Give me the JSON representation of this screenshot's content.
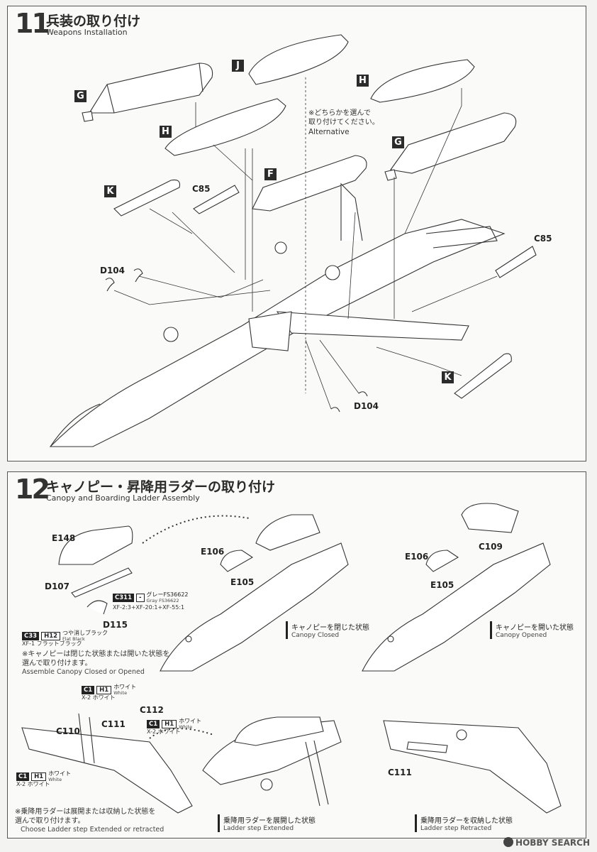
{
  "step11": {
    "number": "11",
    "title_jp": "兵装の取り付け",
    "title_en": "Weapons Installation",
    "note_jp_1": "※どちらかを選んで",
    "note_jp_2": "取り付けてください。",
    "note_en": "Alternative",
    "part_boxes": [
      "G",
      "J",
      "H",
      "H",
      "G",
      "F",
      "K",
      "K"
    ],
    "labels": {
      "c85_left": "C85",
      "c85_right": "C85",
      "d104_left": "D104",
      "d104_bottom": "D104"
    }
  },
  "step12": {
    "number": "12",
    "title_jp": "キャノピー・昇降用ラダーの取り付け",
    "title_en": "Canopy and Boarding Ladder Assembly",
    "labels": {
      "e148": "E148",
      "d107": "D107",
      "d115": "D115",
      "e106_a": "E106",
      "e105_a": "E105",
      "e106_b": "E106",
      "c109": "C109",
      "e105_b": "E105",
      "c112": "C112",
      "c111_a": "C111",
      "c110": "C110",
      "c111_b": "C111"
    },
    "paint_c311": {
      "code": "C311",
      "hcode": "-",
      "jp": "グレーFS36622",
      "en": "Gray FS36622",
      "mix": "XF-2:3+XF-20:1+XF-55:1"
    },
    "paint_c33": {
      "code": "C33",
      "hcode": "H12",
      "jp": "つや消しブラック",
      "en": "Flat Black",
      "sub": "XF-1 フラットブラック"
    },
    "paint_c1_a": {
      "code": "C1",
      "hcode": "H1",
      "jp": "ホワイト",
      "en": "White",
      "sub": "X-2 ホワイト"
    },
    "paint_c1_b": {
      "code": "C1",
      "hcode": "H1",
      "jp": "ホワイト",
      "en": "White",
      "sub": "X-2 ホワイト"
    },
    "paint_c1_c": {
      "code": "C1",
      "hcode": "H1",
      "jp": "ホワイト",
      "en": "White",
      "sub": "X-2 ホワイト"
    },
    "canopy_note_jp_1": "※キャノピーは閉じた状態または開いた状態を",
    "canopy_note_jp_2": "選んで取り付けます。",
    "canopy_note_en": "Assemble Canopy Closed or Opened",
    "state_closed_jp": "キャノピーを閉じた状態",
    "state_closed_en": "Canopy Closed",
    "state_opened_jp": "キャノピーを開いた状態",
    "state_opened_en": "Canopy Opened",
    "ladder_note_jp_1": "※乗降用ラダーは展開または収納した状態を",
    "ladder_note_jp_2": "選んで取り付けます。",
    "ladder_note_en": "Choose Ladder step Extended or retracted",
    "state_extended_jp": "乗降用ラダーを展開した状態",
    "state_extended_en": "Ladder step Extended",
    "state_retracted_jp": "乗降用ラダーを収納した状態",
    "state_retracted_en": "Ladder step Retracted"
  },
  "watermark": "HOBBY SEARCH"
}
